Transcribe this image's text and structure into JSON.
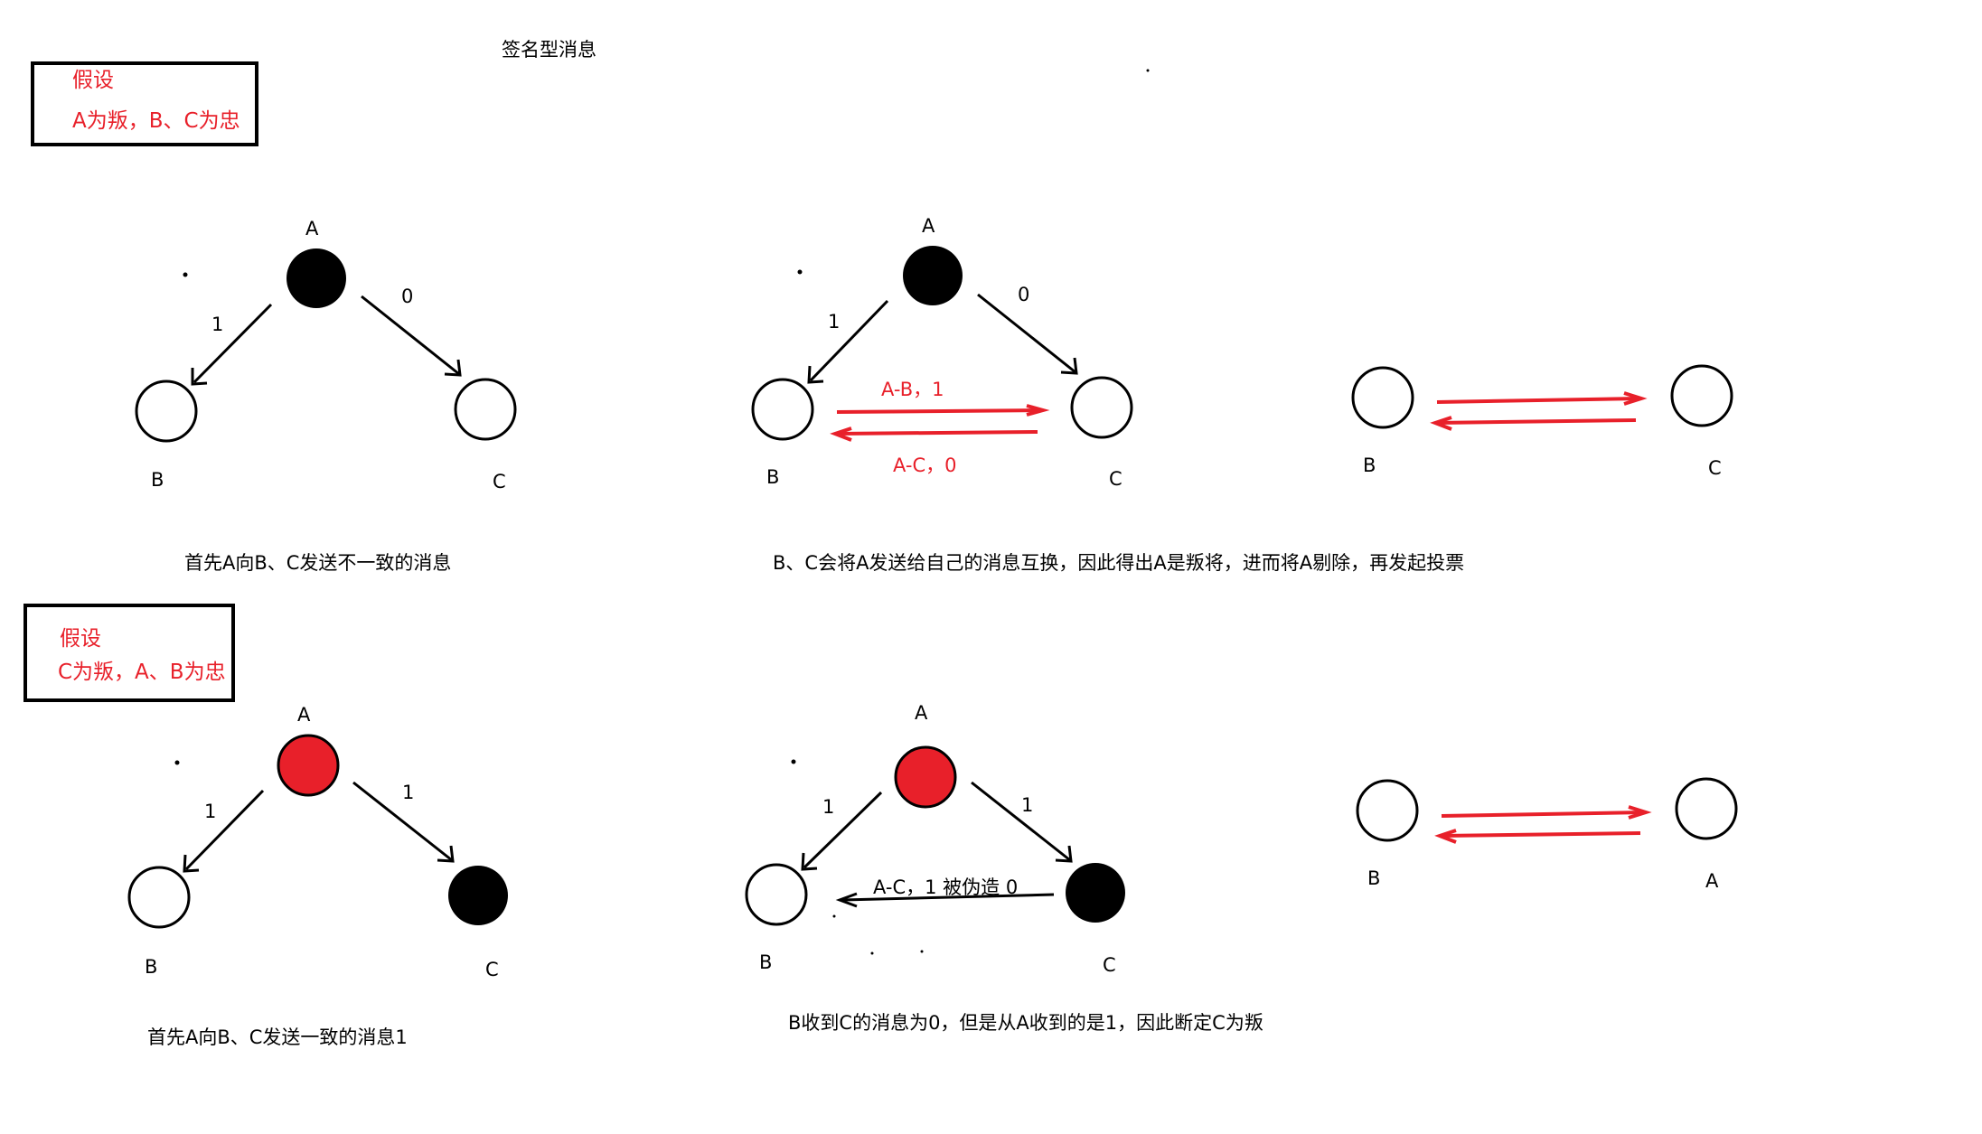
{
  "title": "签名型消息",
  "colors": {
    "red": "#e8202a",
    "black": "#000000"
  },
  "top": {
    "assumption": {
      "heading": "假设",
      "body": "A为叛，B、C为忠"
    },
    "left": {
      "node_a": "A",
      "node_b": "B",
      "node_c": "C",
      "edge_ab": "1",
      "edge_ac": "0",
      "caption": "首先A向B、C发送不一致的消息"
    },
    "middle": {
      "node_a": "A",
      "node_b": "B",
      "node_c": "C",
      "edge_ab": "1",
      "edge_ac": "0",
      "msg_bc": "A-B，1",
      "msg_cb": "A-C，0",
      "caption": "B、C会将A发送给自己的消息互换，因此得出A是叛将，进而将A剔除，再发起投票"
    },
    "right": {
      "node_left": "B",
      "node_right": "C"
    }
  },
  "bottom": {
    "assumption": {
      "heading": "假设",
      "body": "C为叛，A、B为忠"
    },
    "left": {
      "node_a": "A",
      "node_b": "B",
      "node_c": "C",
      "edge_ab": "1",
      "edge_ac": "1",
      "caption": "首先A向B、C发送一致的消息1"
    },
    "middle": {
      "node_a": "A",
      "node_b": "B",
      "node_c": "C",
      "edge_ab": "1",
      "edge_ac": "1",
      "msg_cb": "A-C，1 被伪造 0",
      "caption": "B收到C的消息为0，但是从A收到的是1，因此断定C为叛"
    },
    "right": {
      "node_left": "B",
      "node_right": "A"
    }
  }
}
